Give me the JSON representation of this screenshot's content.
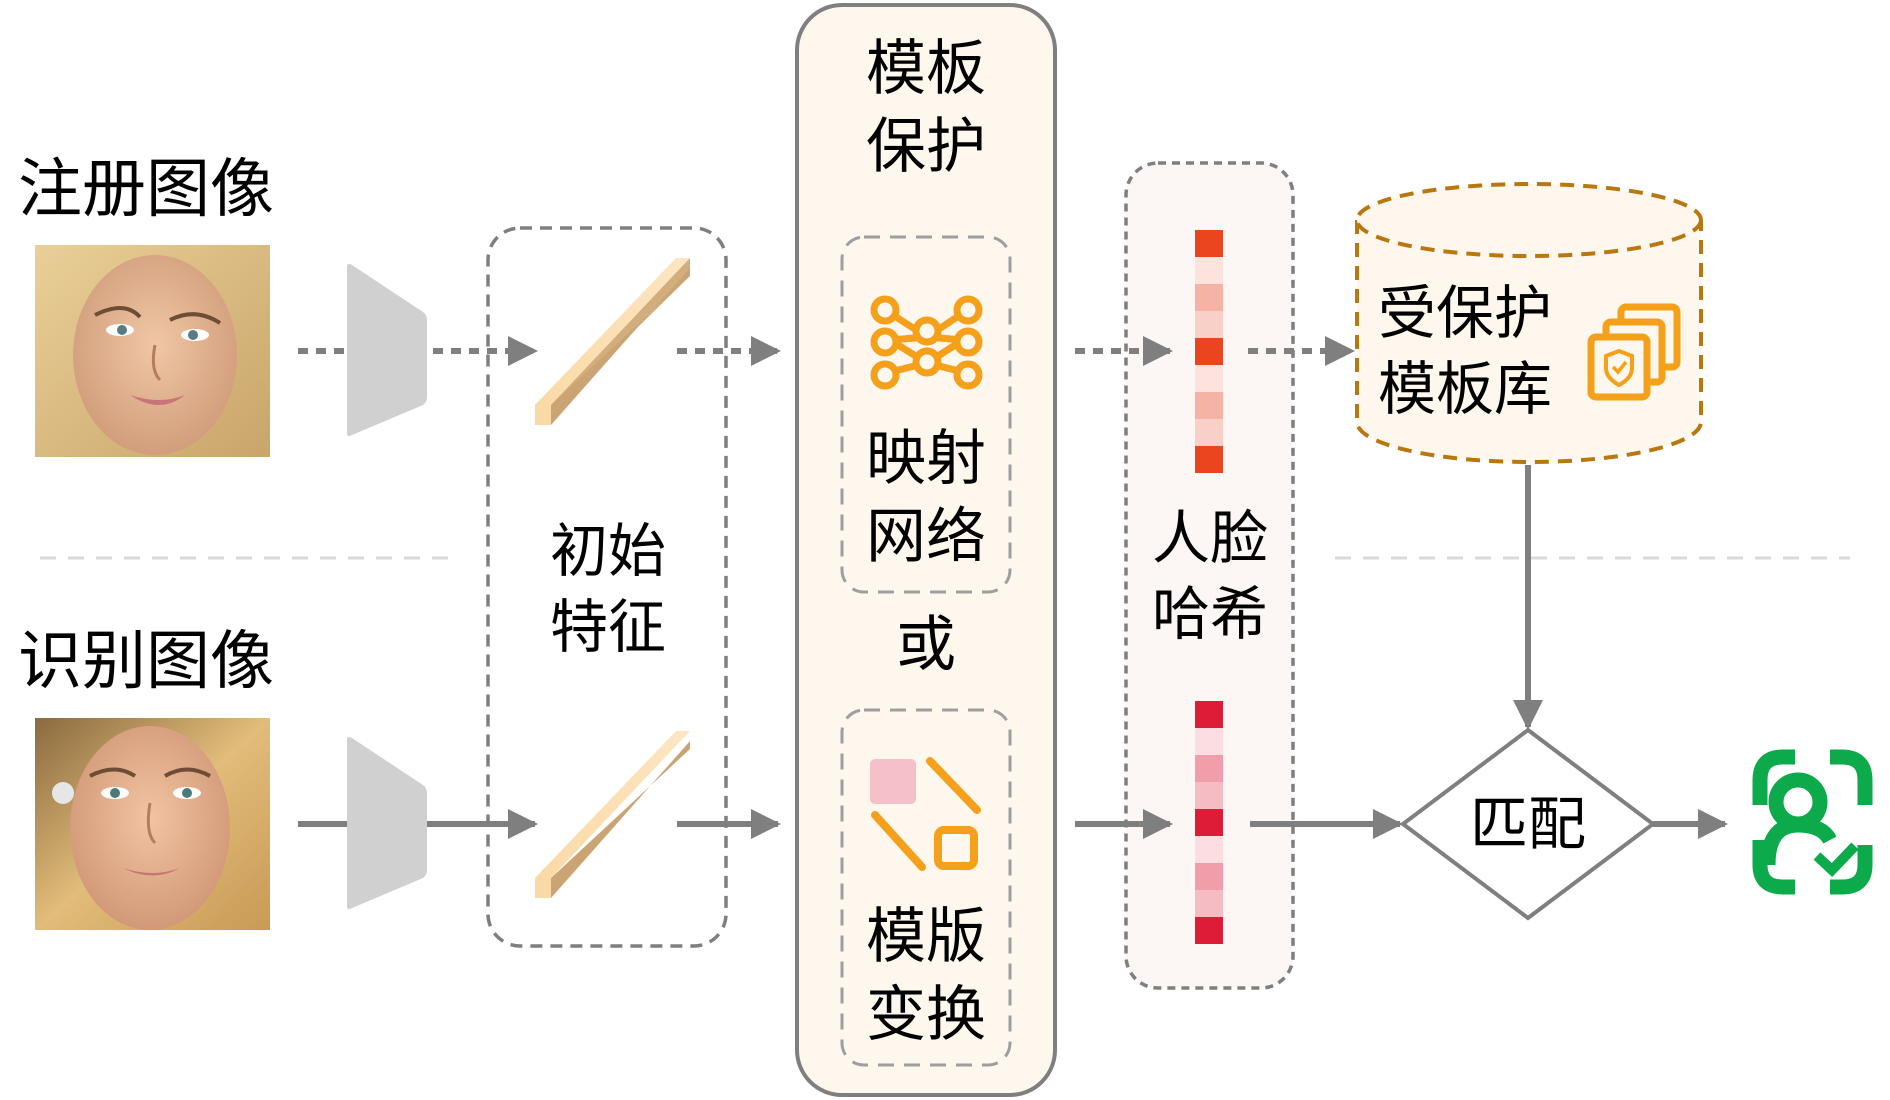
{
  "rows": {
    "enroll": {
      "title": "注册图像",
      "image_desc": "enrollment face photo"
    },
    "query": {
      "title": "识别图像",
      "image_desc": "recognition face photo"
    }
  },
  "stages": {
    "initial_feature": "初始\n特征",
    "template_protection": {
      "title": "模板\n保护",
      "option_a": "映射\n网络",
      "or": "或",
      "option_b": "模版\n变换"
    },
    "face_hash": "人脸\n哈希",
    "protected_db": "受保护\n模板库",
    "match": "匹配"
  },
  "icons": {
    "encoder": "encoder-trapezoid-icon",
    "feature": "feature-bar-icon",
    "mapping_network": "neural-network-icon",
    "template_transform": "transform-icon",
    "hash_code": "hash-vector-icon",
    "database": "cylinder-database-icon",
    "shield_docs": "protected-documents-icon",
    "result": "face-verified-icon"
  },
  "colors": {
    "arrow": "#7f7f7f",
    "orange": "#f5a01a",
    "protect_bg": "#fdf7ee",
    "hash_bg": "#fcf6f5",
    "hash_enroll": [
      "#e9461f",
      "#fde3de",
      "#f5b3a5",
      "#f9d0c7",
      "#e9461f",
      "#fde3de",
      "#f5b3a5",
      "#f9d0c7",
      "#e9461f"
    ],
    "hash_query": [
      "#dd1c38",
      "#fcdde2",
      "#f09eaa",
      "#f6bcc4",
      "#dd1c38",
      "#fcdde2",
      "#f09eaa",
      "#f6bcc4",
      "#dd1c38"
    ],
    "db_stroke": "#b8780f",
    "green": "#0daa4c",
    "pink": "#f5c0c9"
  }
}
